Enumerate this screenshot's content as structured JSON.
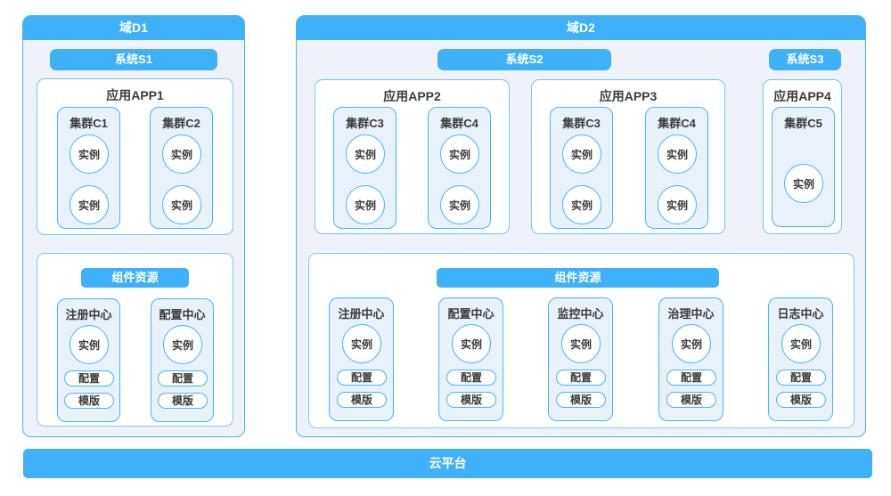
{
  "colors": {
    "accent": "#3EB1F8",
    "domain_bg": "#EFF3F9",
    "cluster_bg": "#E9F1FB",
    "border": "#45B6F8",
    "text_dark": "#3C3C3C",
    "text_white": "#FFFFFF"
  },
  "labels": {
    "instance": "实例"
  },
  "platform_label": "云平台",
  "domains": [
    {
      "title": "域D1",
      "systems": [
        "系统S1"
      ],
      "apps": [
        {
          "title": "应用APP1",
          "clusters": [
            {
              "title": "集群C1",
              "instance_count": 2
            },
            {
              "title": "集群C2",
              "instance_count": 2
            }
          ]
        }
      ],
      "component_resources": {
        "title": "组件资源",
        "centers": [
          {
            "title": "注册中心",
            "badges": [
              "配置",
              "模版"
            ]
          },
          {
            "title": "配置中心",
            "badges": [
              "配置",
              "模版"
            ]
          }
        ]
      }
    },
    {
      "title": "域D2",
      "systems": [
        "系统S2",
        "系统S3"
      ],
      "apps": [
        {
          "title": "应用APP2",
          "clusters": [
            {
              "title": "集群C3",
              "instance_count": 2
            },
            {
              "title": "集群C4",
              "instance_count": 2
            }
          ]
        },
        {
          "title": "应用APP3",
          "clusters": [
            {
              "title": "集群C3",
              "instance_count": 2
            },
            {
              "title": "集群C4",
              "instance_count": 2
            }
          ]
        },
        {
          "title": "应用APP4",
          "clusters": [
            {
              "title": "集群C5",
              "instance_count": 1
            }
          ]
        }
      ],
      "component_resources": {
        "title": "组件资源",
        "centers": [
          {
            "title": "注册中心",
            "badges": [
              "配置",
              "模版"
            ]
          },
          {
            "title": "配置中心",
            "badges": [
              "配置",
              "模版"
            ]
          },
          {
            "title": "监控中心",
            "badges": [
              "配置",
              "模版"
            ]
          },
          {
            "title": "治理中心",
            "badges": [
              "配置",
              "模版"
            ]
          },
          {
            "title": "日志中心",
            "badges": [
              "配置",
              "模版"
            ]
          }
        ]
      }
    }
  ]
}
